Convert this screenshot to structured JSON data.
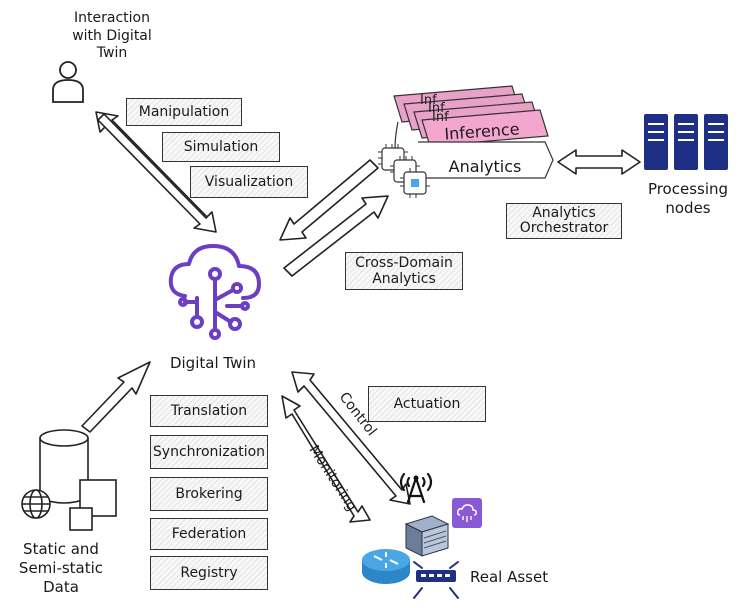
{
  "interaction": {
    "label_line1": "Interaction",
    "label_line2": "with Digital",
    "label_line3": "Twin"
  },
  "interaction_boxes": [
    "Manipulation",
    "Simulation",
    "Visualization"
  ],
  "analytics": {
    "inference_label": "Inference",
    "analytics_label": "Analytics",
    "orchestrator_line1": "Analytics",
    "orchestrator_line2": "Orchestrator",
    "processing_line1": "Processing",
    "processing_line2": "nodes",
    "cross_line1": "Cross-Domain",
    "cross_line2": "Analytics",
    "card_label_fragment": "Inf"
  },
  "digital_twin": {
    "label": "Digital Twin"
  },
  "services": [
    "Translation",
    "Synchronization",
    "Brokering",
    "Federation",
    "Registry"
  ],
  "data_source": {
    "label_line1": "Static and",
    "label_line2": "Semi-static",
    "label_line3": "Data"
  },
  "asset": {
    "control_label": "Control",
    "monitoring_label": "Monitoring",
    "actuation_label": "Actuation",
    "real_asset_label": "Real Asset"
  },
  "colors": {
    "accent_pink": "#e8a2c8",
    "inference_pink": "#f3a7cf",
    "server_navy": "#1f2f86",
    "twin_purple": "#6b3fc4",
    "router_blue": "#4aa7e6",
    "iot_purple": "#8a5ad6"
  },
  "icons": [
    "user-icon",
    "digital-twin-cloud-icon",
    "database-icon",
    "globe-icon",
    "server-rack-icon",
    "microchip-icon",
    "antenna-icon",
    "network-switch-icon",
    "router-icon",
    "iot-cloud-icon"
  ]
}
